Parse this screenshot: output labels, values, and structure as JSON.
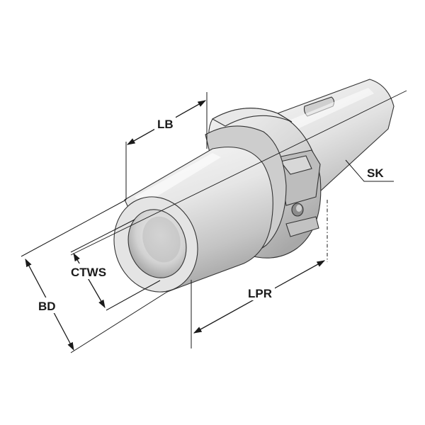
{
  "labels": {
    "lb": "LB",
    "ctws": "CTWS",
    "bd": "BD",
    "lpr": "LPR",
    "sk": "SK"
  },
  "colors": {
    "metal_light": "#f4f4f4",
    "metal_mid": "#d6d6d6",
    "metal_dark": "#9e9e9e",
    "line": "#1a1a1a"
  }
}
